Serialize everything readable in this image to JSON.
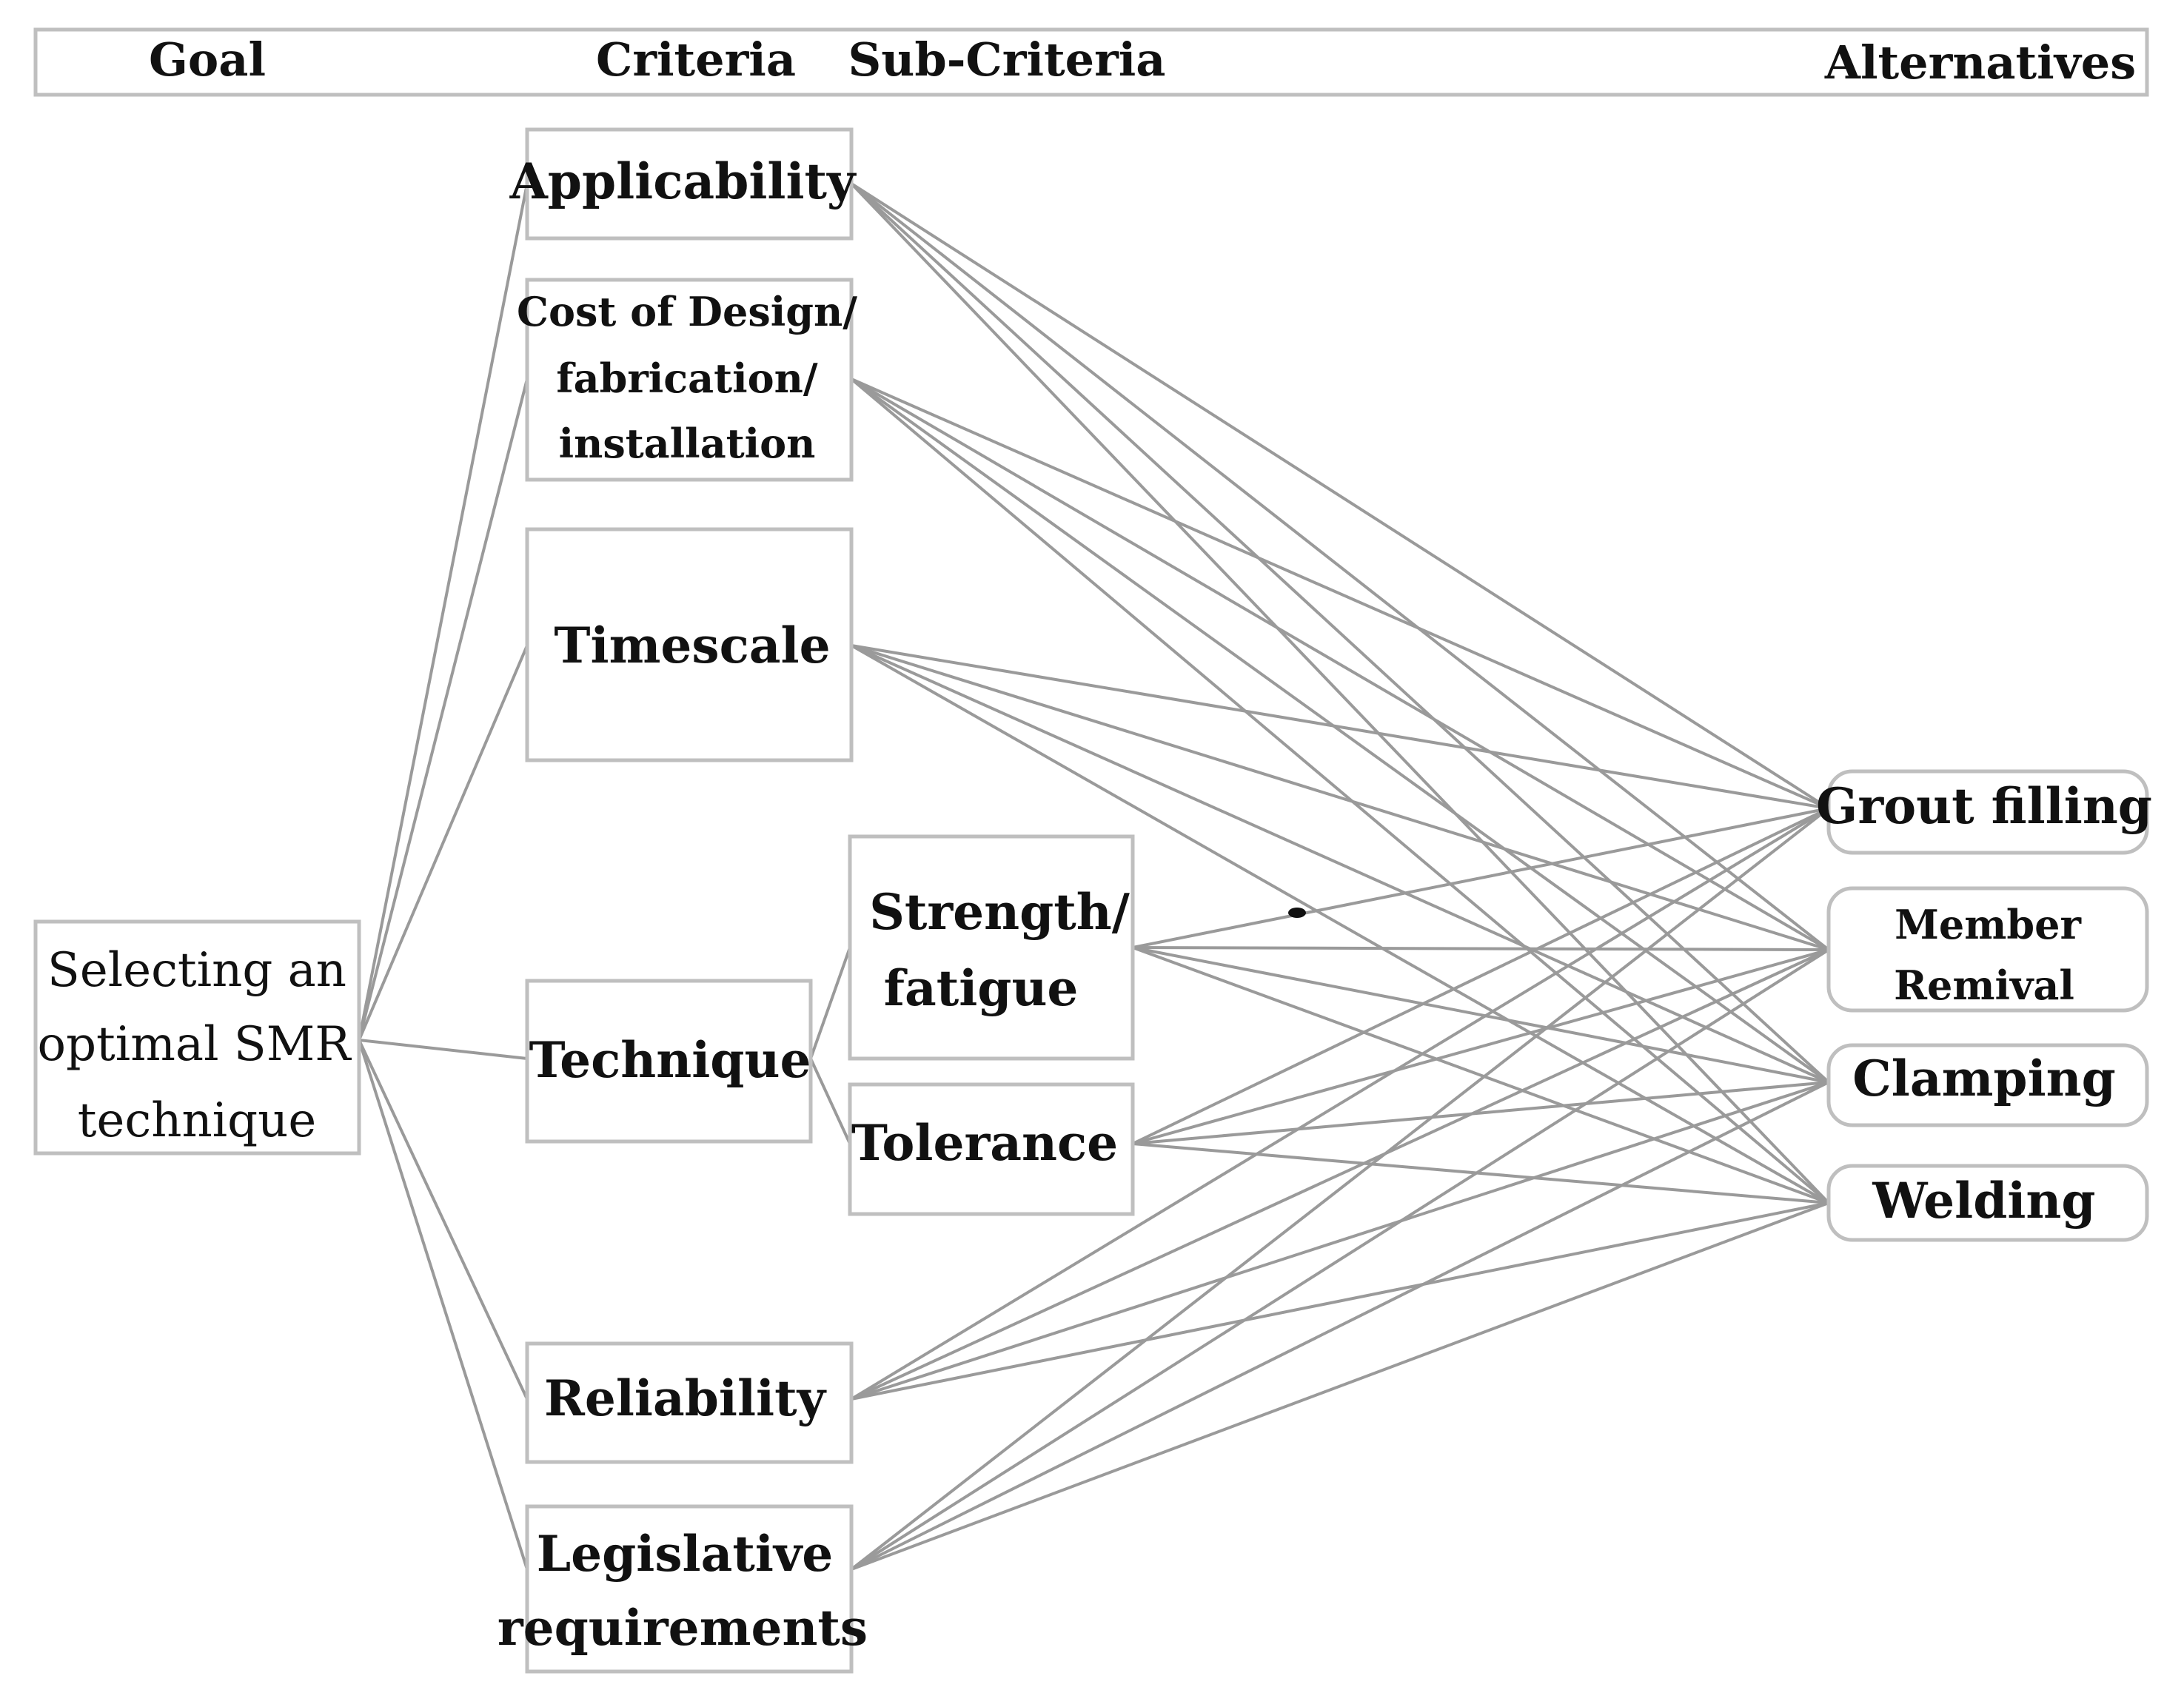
{
  "header": {
    "goal": "Goal",
    "criteria": "Criteria",
    "sub_criteria": "Sub-Criteria",
    "alternatives": "Alternatives"
  },
  "goal": {
    "line1": "Selecting an",
    "line2": "optimal SMR",
    "line3": "technique"
  },
  "criteria": {
    "applicability": "Applicability",
    "cost_line1": "Cost of Design/",
    "cost_line2": "fabrication/",
    "cost_line3": "installation",
    "timescale": "Timescale",
    "technique": "Technique",
    "reliability": "Reliability",
    "legislative_line1": "Legislative",
    "legislative_line2": "requirements"
  },
  "sub_criteria": {
    "strength_line1": "Strength/",
    "strength_line2": "fatigue",
    "tolerance": "Tolerance"
  },
  "alternatives": {
    "grout": "Grout filling",
    "member_line1": "Member",
    "member_line2": "Remival",
    "clamping": "Clamping",
    "welding": "Welding"
  }
}
